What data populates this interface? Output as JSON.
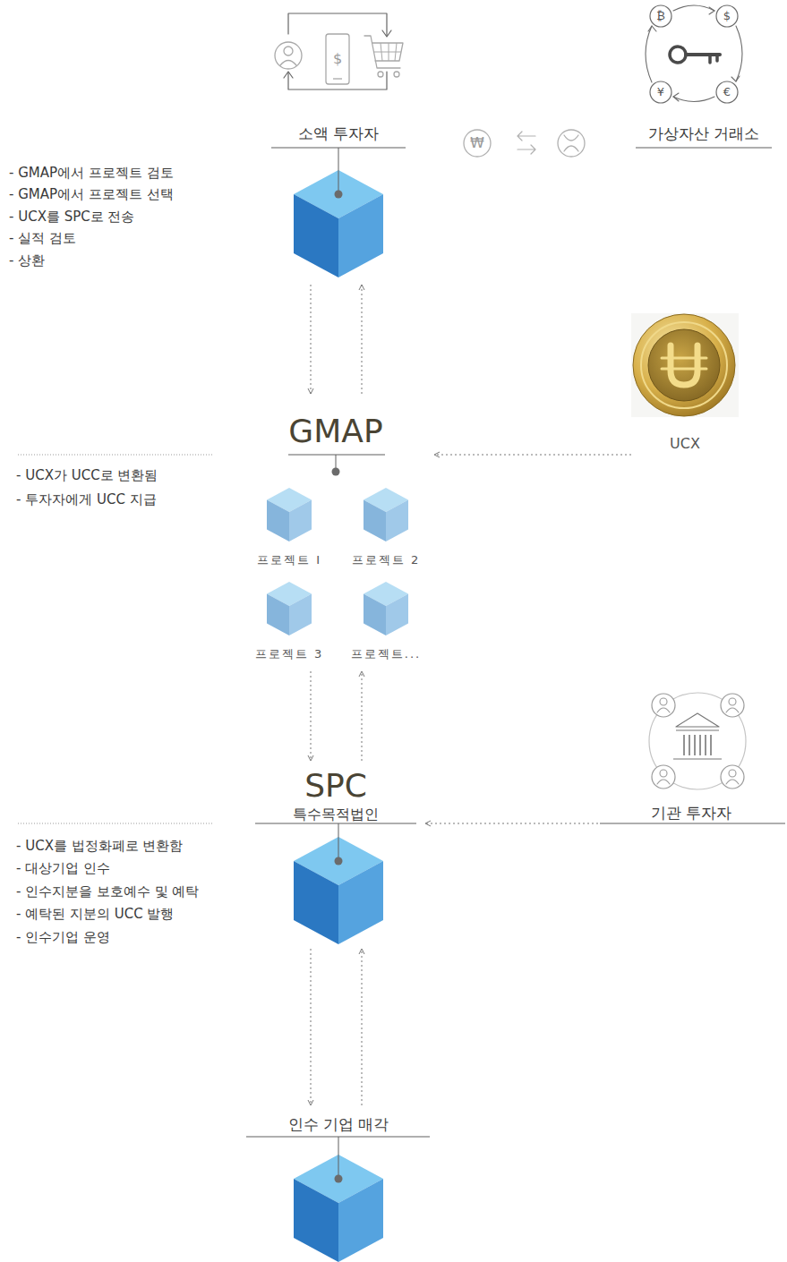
{
  "diagram": {
    "nodes": [
      {
        "text": [
          "소액 투자자"
        ]
      },
      {
        "text": [
          "가상자산 거래소"
        ]
      },
      {
        "text": [
          "UCX"
        ]
      },
      {
        "text": [
          "GMAP"
        ]
      },
      {
        "text": [
          "프로젝트 I"
        ],
        "in": 3
      },
      {
        "text": [
          "프로젝트 2"
        ],
        "in": 3
      },
      {
        "text": [
          "프로젝트 3"
        ],
        "in": 3
      },
      {
        "text": [
          "프로젝트..."
        ],
        "in": 3
      },
      {
        "text": [
          "기관 투자자"
        ]
      },
      {
        "text": [
          "SPC",
          "특수목적법인"
        ]
      },
      {
        "text": [
          "인수 기업 매각"
        ]
      }
    ],
    "edges": [
      {
        "from": 0,
        "to": 3,
        "arrow": "to"
      },
      {
        "from": 3,
        "to": 0,
        "arrow": "to"
      },
      {
        "from": 2,
        "to": 3,
        "arrow": "to"
      },
      {
        "from": 3,
        "to": 9,
        "arrow": "to"
      },
      {
        "from": 9,
        "to": 3,
        "arrow": "to"
      },
      {
        "from": 8,
        "to": 9,
        "arrow": "to"
      },
      {
        "from": 9,
        "to": 10,
        "arrow": "to"
      },
      {
        "from": 10,
        "to": 9,
        "arrow": "to"
      }
    ],
    "labels": [
      "$",
      "₿",
      "$",
      "€",
      "¥",
      "₩",
      "- GMAP에서 프로젝트 검토",
      "- GMAP에서 프로젝트 선택",
      "- UCX를 SPC로 전송",
      "- 실적 검토",
      "- 상환",
      "- UCX가 UCC로 변환됨",
      "- 투자자에게 UCC 지급",
      "- UCX를 법정화폐로 변환함",
      "- 대상기업 인수",
      "- 인수지분을 보호예수 및 예탁",
      "- 예탁된 지분의 UCC 발행",
      "- 인수기업 운영"
    ]
  }
}
